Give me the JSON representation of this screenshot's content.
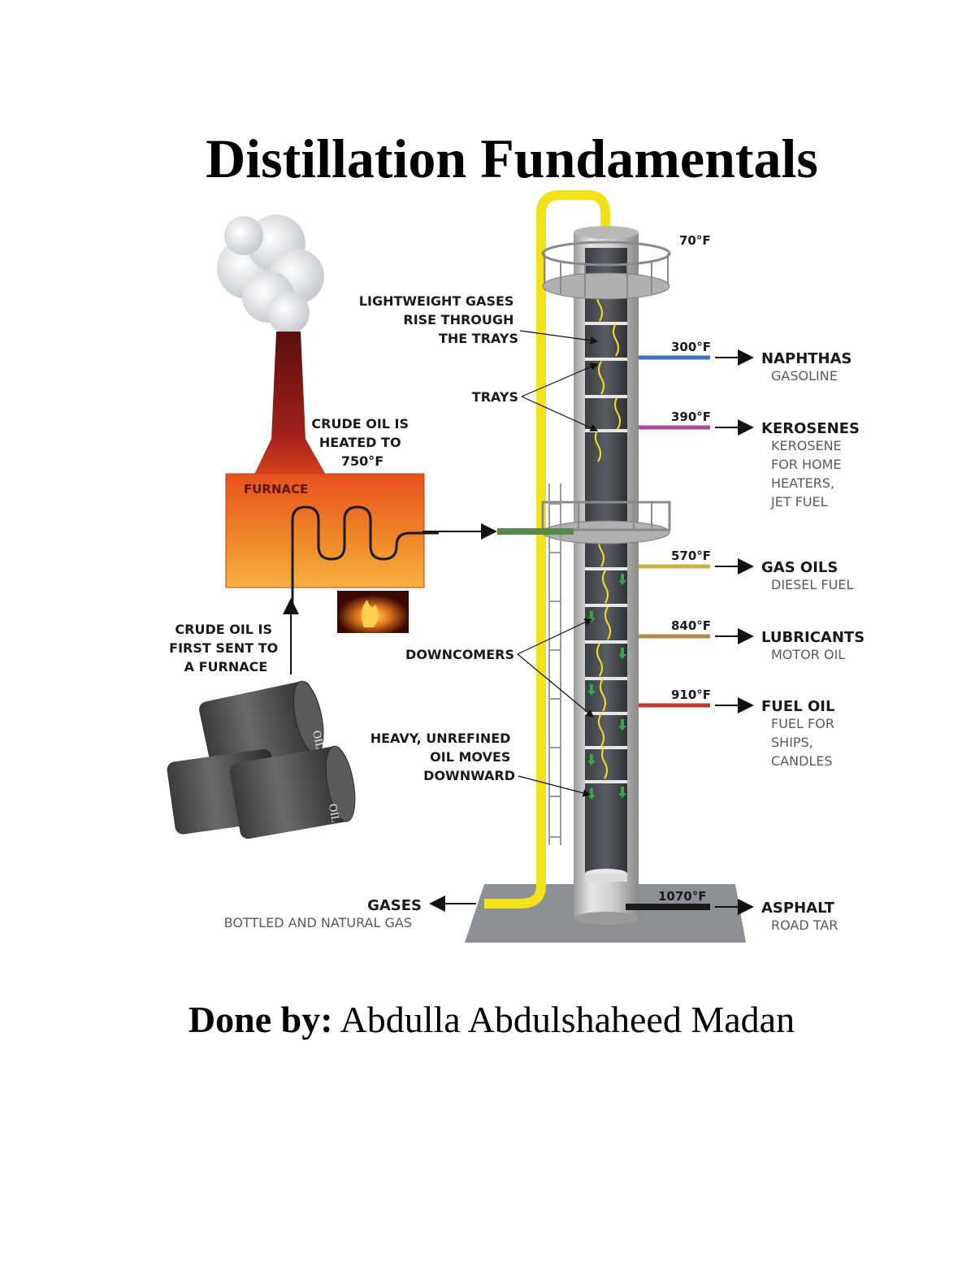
{
  "title": "Distillation Fundamentals",
  "author": {
    "prefix": "Done by:",
    "name": "Abdulla Abdulshaheed Madan"
  },
  "diagram": {
    "furnace_label": "FURNACE",
    "heated": [
      "CRUDE OIL IS",
      "HEATED TO",
      "750°F"
    ],
    "first_sent": [
      "CRUDE OIL IS",
      "FIRST SENT TO",
      "A FURNACE"
    ],
    "lightweight": [
      "LIGHTWEIGHT GASES",
      "RISE THROUGH",
      "THE TRAYS"
    ],
    "trays": "TRAYS",
    "downcomers": "DOWNCOMERS",
    "heavy": [
      "HEAVY, UNREFINED",
      "OIL MOVES",
      "DOWNWARD"
    ],
    "barrel_text": "OIL",
    "top_temp": "70°F",
    "gases": {
      "name": "GASES",
      "desc": [
        "BOTTLED AND NATURAL GAS"
      ]
    },
    "outputs": [
      {
        "temp": "300°F",
        "name": "NAPHTHAS",
        "desc": [
          "GASOLINE"
        ],
        "color": "#3a73b8"
      },
      {
        "temp": "390°F",
        "name": "KEROSENES",
        "desc": [
          "KEROSENE",
          "FOR HOME",
          "HEATERS,",
          "JET FUEL"
        ],
        "color": "#b04aa0"
      },
      {
        "temp": "570°F",
        "name": "GAS OILS",
        "desc": [
          "DIESEL FUEL"
        ],
        "color": "#c9b24a"
      },
      {
        "temp": "840°F",
        "name": "LUBRICANTS",
        "desc": [
          "MOTOR OIL"
        ],
        "color": "#b8864a"
      },
      {
        "temp": "910°F",
        "name": "FUEL OIL",
        "desc": [
          "FUEL FOR",
          "SHIPS,",
          "CANDLES"
        ],
        "color": "#c83a2a"
      },
      {
        "temp": "1070°F",
        "name": "ASPHALT",
        "desc": [
          "ROAD TAR"
        ],
        "color": "#1a1a1a"
      }
    ]
  }
}
